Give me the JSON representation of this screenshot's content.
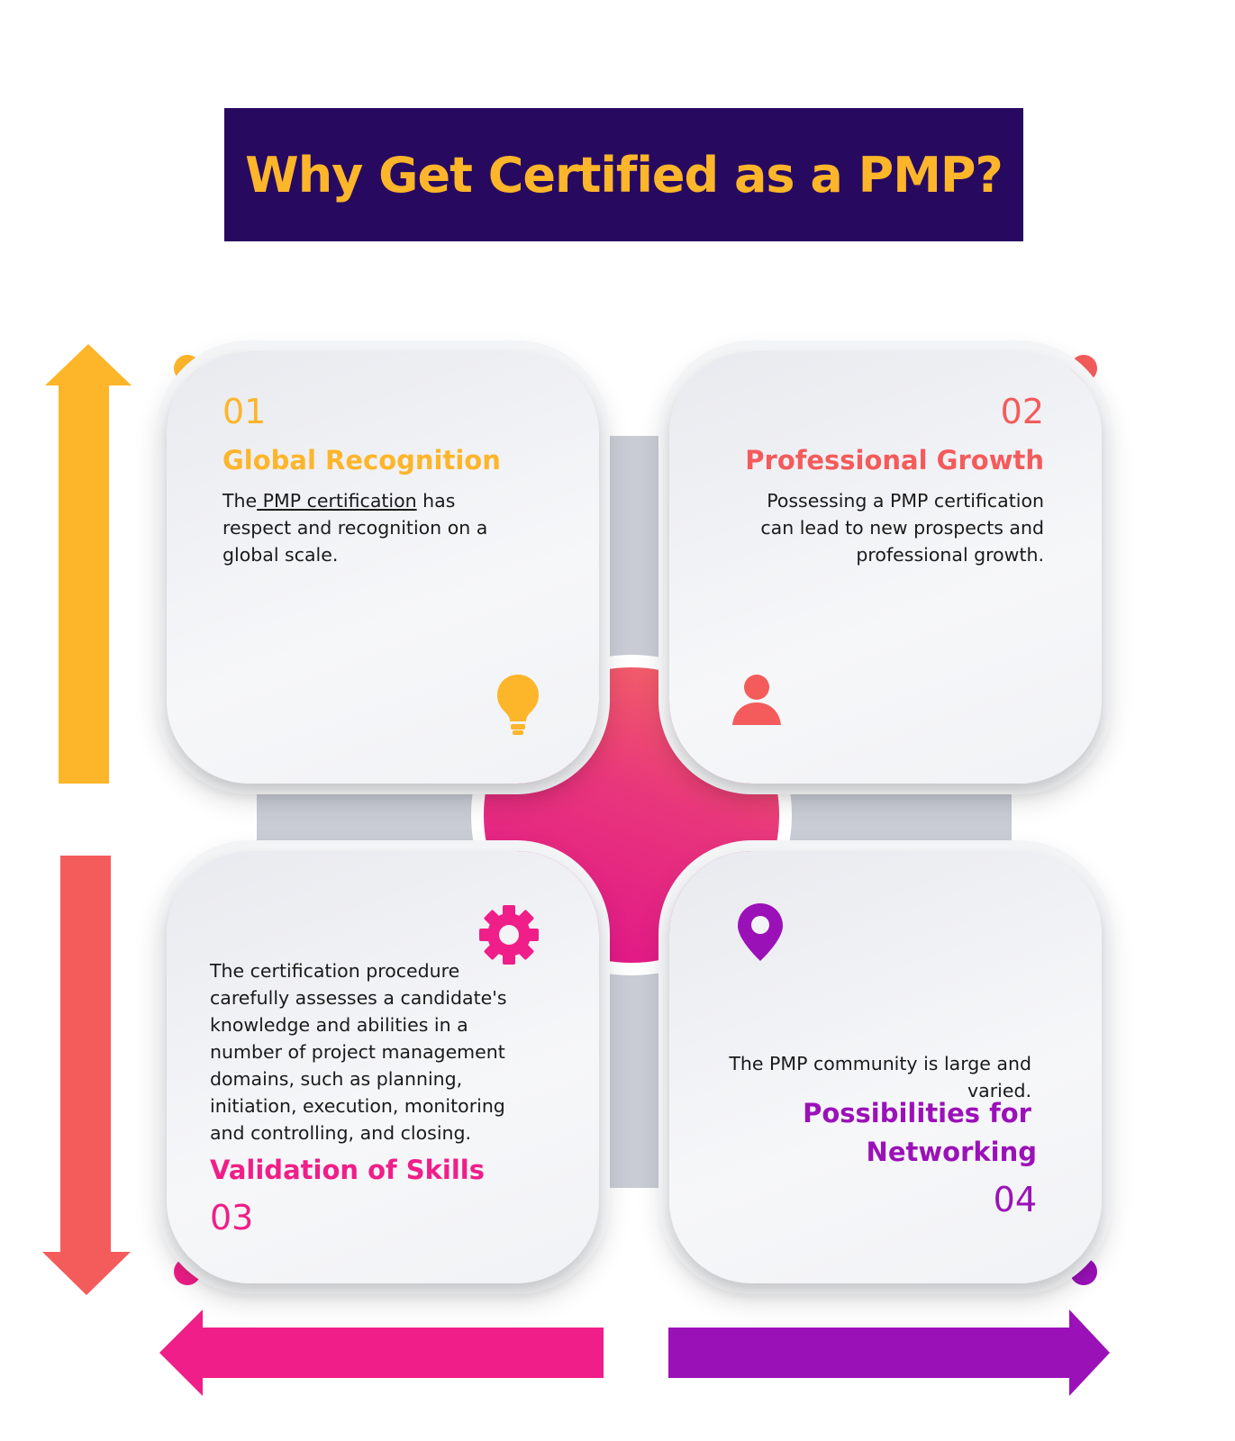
{
  "title": "Why Get Certified as a PMP?",
  "colors": {
    "header_bg": "#270a60",
    "header_text": "#fdb52a",
    "card1": "#fdb52a",
    "card2": "#f45b5b",
    "card3": "#f01e88",
    "card4": "#9b11b8"
  },
  "cards": [
    {
      "number": "01",
      "title": "Global Recognition",
      "text_before_link": "The",
      "link_text": " PMP certification",
      "text_after_link": " has respect and recognition on a global scale.",
      "icon": "lightbulb-icon"
    },
    {
      "number": "02",
      "title": "Professional Growth",
      "text": "Possessing a PMP certification can lead to new prospects and professional growth.",
      "icon": "person-icon"
    },
    {
      "number": "03",
      "title": "Validation of Skills",
      "text": "The certification procedure carefully assesses a candidate's knowledge and abilities in a number of project management domains, such as planning, initiation, execution, monitoring and controlling, and closing.",
      "icon": "gear-icon"
    },
    {
      "number": "04",
      "title_line1": "Possibilities for",
      "title_line2": "Networking",
      "text": "The PMP community is large and varied.",
      "icon": "location-pin-icon"
    }
  ]
}
